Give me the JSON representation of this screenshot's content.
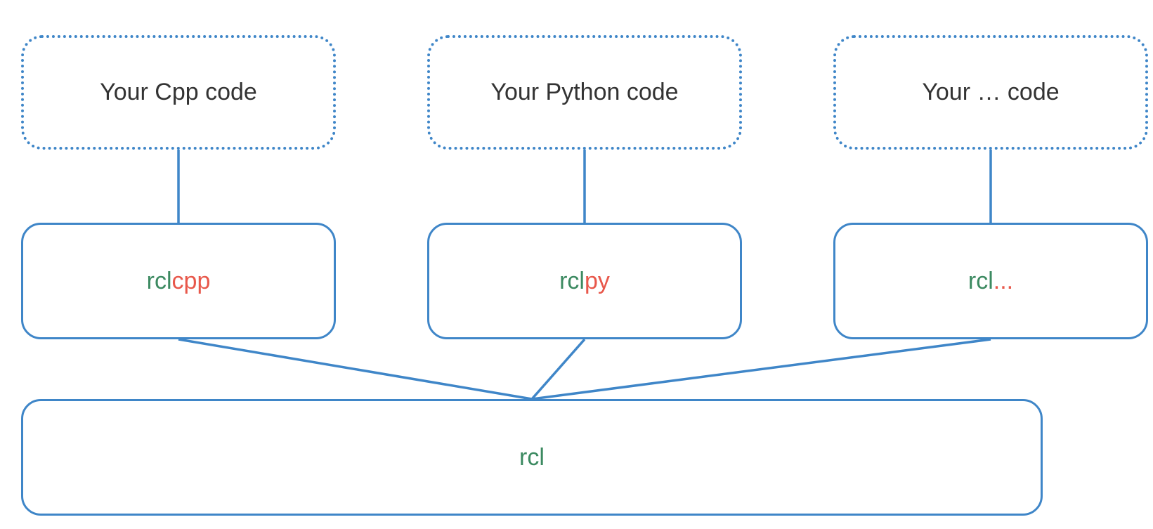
{
  "colors": {
    "border": "#3f86c8",
    "rcl_prefix": "#3c8a61",
    "language_suffix": "#e8584b",
    "code_text": "#333333"
  },
  "code_boxes": [
    {
      "label": "Your Cpp code"
    },
    {
      "label": "Your Python code"
    },
    {
      "label": "Your … code"
    }
  ],
  "client_libraries": [
    {
      "prefix": "rcl",
      "suffix": "cpp"
    },
    {
      "prefix": "rcl",
      "suffix": "py"
    },
    {
      "prefix": "rcl",
      "suffix": "..."
    }
  ],
  "core_library": {
    "label": "rcl"
  }
}
